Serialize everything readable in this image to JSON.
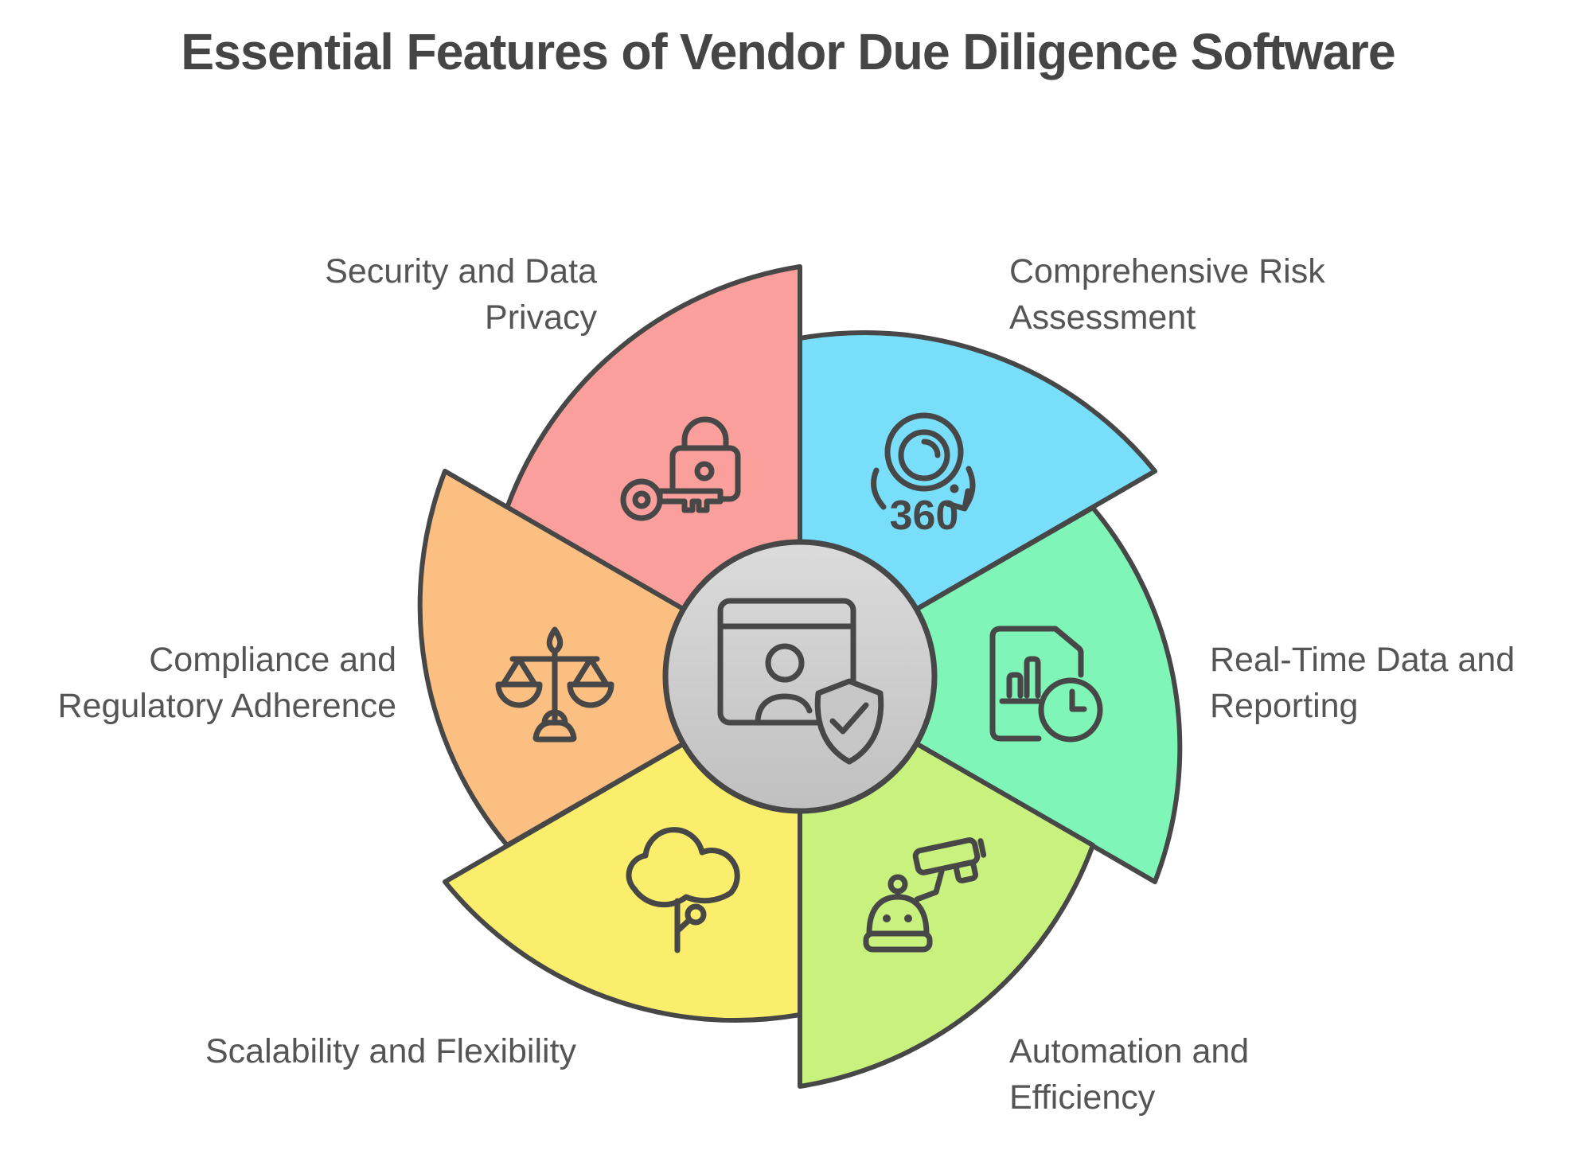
{
  "title": "Essential Features of Vendor Due Diligence Software",
  "colors": {
    "stroke": "#474747",
    "label_text": "#555555",
    "title_text": "#454545",
    "hub_top": "#DBDBDB",
    "hub_bottom": "#C0C0C0",
    "hub_shield_fill": "#C6C6C6"
  },
  "hub": {
    "icon": "browser-user-shield"
  },
  "icons": {
    "camera_360_text": "360"
  },
  "segments": [
    {
      "id": "security",
      "label_line1": "Security and Data",
      "label_line2": "Privacy",
      "icon": "lock-and-key",
      "color": "#FA9F9B"
    },
    {
      "id": "risk",
      "label_line1": "Comprehensive Risk",
      "label_line2": "Assessment",
      "icon": "camera-360",
      "color": "#79DEFA"
    },
    {
      "id": "reporting",
      "label_line1": "Real-Time Data and",
      "label_line2": "Reporting",
      "icon": "report-with-clock",
      "color": "#80F5B8"
    },
    {
      "id": "automation",
      "label_line1": "Automation and",
      "label_line2": "Efficiency",
      "icon": "robot-surveillance",
      "color": "#C9F17E"
    },
    {
      "id": "scalability",
      "label_line1": "Scalability and Flexibility",
      "label_line2": "",
      "icon": "cloud-tree",
      "color": "#FAEE6C"
    },
    {
      "id": "compliance",
      "label_line1": "Compliance and",
      "label_line2": "Regulatory Adherence",
      "icon": "justice-scales",
      "color": "#FBBF82"
    }
  ]
}
